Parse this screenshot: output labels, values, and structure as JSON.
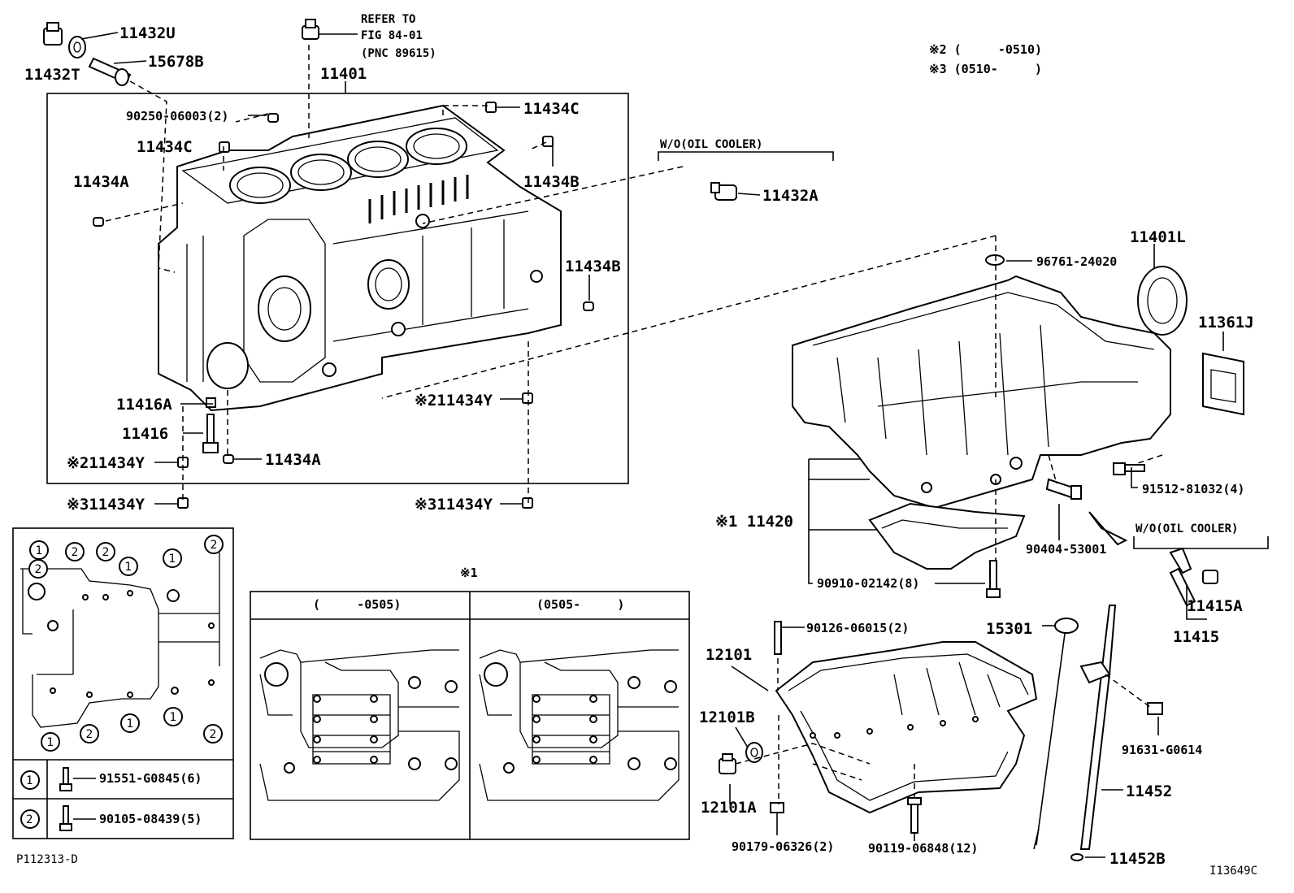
{
  "diagram": {
    "refer_note": [
      "REFER TO",
      "FIG 84-01",
      "(PNC 89615)"
    ],
    "legend_note": [
      "※2 (     -0510)",
      "※3 (0510-     )"
    ],
    "wo_oil_cooler_1": "W/O(OIL COOLER)",
    "wo_oil_cooler_2": "W/O(OIL COOLER)",
    "footer_left": "P112313-D",
    "footer_right": "I13649C",
    "inset_title": "※1",
    "inset_left_header": "(     -0505)",
    "inset_right_header": "(0505-     )",
    "bolt_legend": [
      {
        "marker": "1",
        "part": "91551-G0845(6)"
      },
      {
        "marker": "2",
        "part": "90105-08439(5)"
      }
    ],
    "callouts": {
      "c11432U": "11432U",
      "c11432T": "11432T",
      "c15678B": "15678B",
      "c11401": "11401",
      "c90250": "90250-06003(2)",
      "c11434C_a": "11434C",
      "c11434C_b": "11434C",
      "c11434A_a": "11434A",
      "c11434B_a": "11434B",
      "c11434B_b": "11434B",
      "c11416A": "11416A",
      "c11416": "11416",
      "c11434A_b": "11434A",
      "c2_11434Y_a": "※211434Y",
      "c2_11434Y_b": "※211434Y",
      "c3_11434Y_a": "※311434Y",
      "c3_11434Y_b": "※311434Y",
      "c11432A": "11432A",
      "c96761": "96761-24020",
      "c11401L": "11401L",
      "c11361J": "11361J",
      "c91512": "91512-81032(4)",
      "c11420": "※1 11420",
      "c90404": "90404-53001",
      "c90910": "90910-02142(8)",
      "c11415A": "11415A",
      "c11415": "11415",
      "c90126": "90126-06015(2)",
      "c15301": "15301",
      "c12101": "12101",
      "c12101B": "12101B",
      "c12101A": "12101A",
      "c91631": "91631-G0614",
      "c11452": "11452",
      "c90179": "90179-06326(2)",
      "c90119": "90119-06848(12)",
      "c11452B": "11452B"
    },
    "bolt_map_markers": [
      "1",
      "2",
      "2",
      "1",
      "1",
      "2",
      "1",
      "2",
      "1",
      "1",
      "2",
      "2"
    ]
  }
}
